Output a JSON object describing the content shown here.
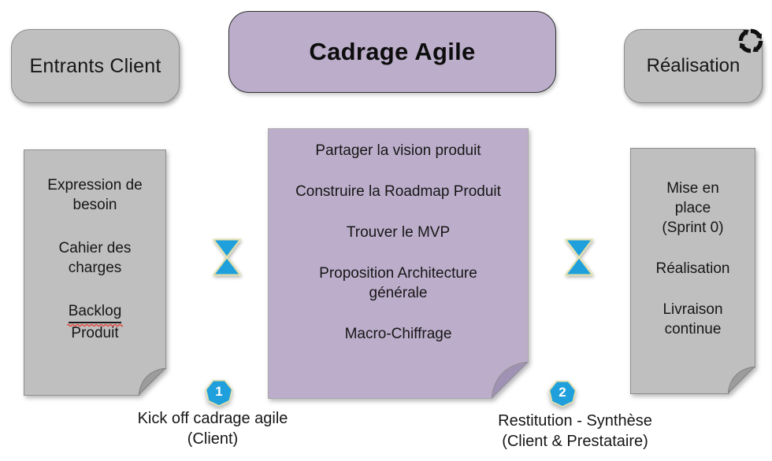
{
  "title": {
    "left": "Entrants Client",
    "center": "Cadrage Agile",
    "right": "Réalisation"
  },
  "docs": {
    "left": {
      "item1": "Expression de besoin",
      "item2": "Cahier des charges",
      "item3_line1": "Backlog",
      "item3_line2": "Produit"
    },
    "center": {
      "item1": "Partager la vision produit",
      "item2": "Construire la Roadmap Produit",
      "item3": "Trouver le MVP",
      "item4": "Proposition Architecture générale",
      "item5": "Macro-Chiffrage"
    },
    "right": {
      "item1_line1": "Mise en",
      "item1_line2": "place",
      "item1_line3": "(Sprint 0)",
      "item2": "Réalisation",
      "item3": "Livraison continue"
    }
  },
  "milestones": {
    "m1": {
      "number": "1",
      "label_line1": "Kick off cadrage agile",
      "label_line2": "(Client)"
    },
    "m2": {
      "number": "2",
      "label_line1": "Restitution - Synthèse",
      "label_line2": "(Client & Prestataire)"
    }
  },
  "icons": {
    "cycle": "cycle-arrows-icon",
    "hourglass": "hourglass-icon",
    "badge_shape": "heptagon-badge"
  },
  "colors": {
    "gray_fill": "#BFBFBF",
    "gray_fold": "#9C9C9C",
    "purple_fill": "#BCAECB",
    "purple_fold": "#A092B4",
    "blue": "#1FA0DC",
    "pale_gold_border": "#E6E2AC",
    "red_squiggle": "#E2483D"
  }
}
